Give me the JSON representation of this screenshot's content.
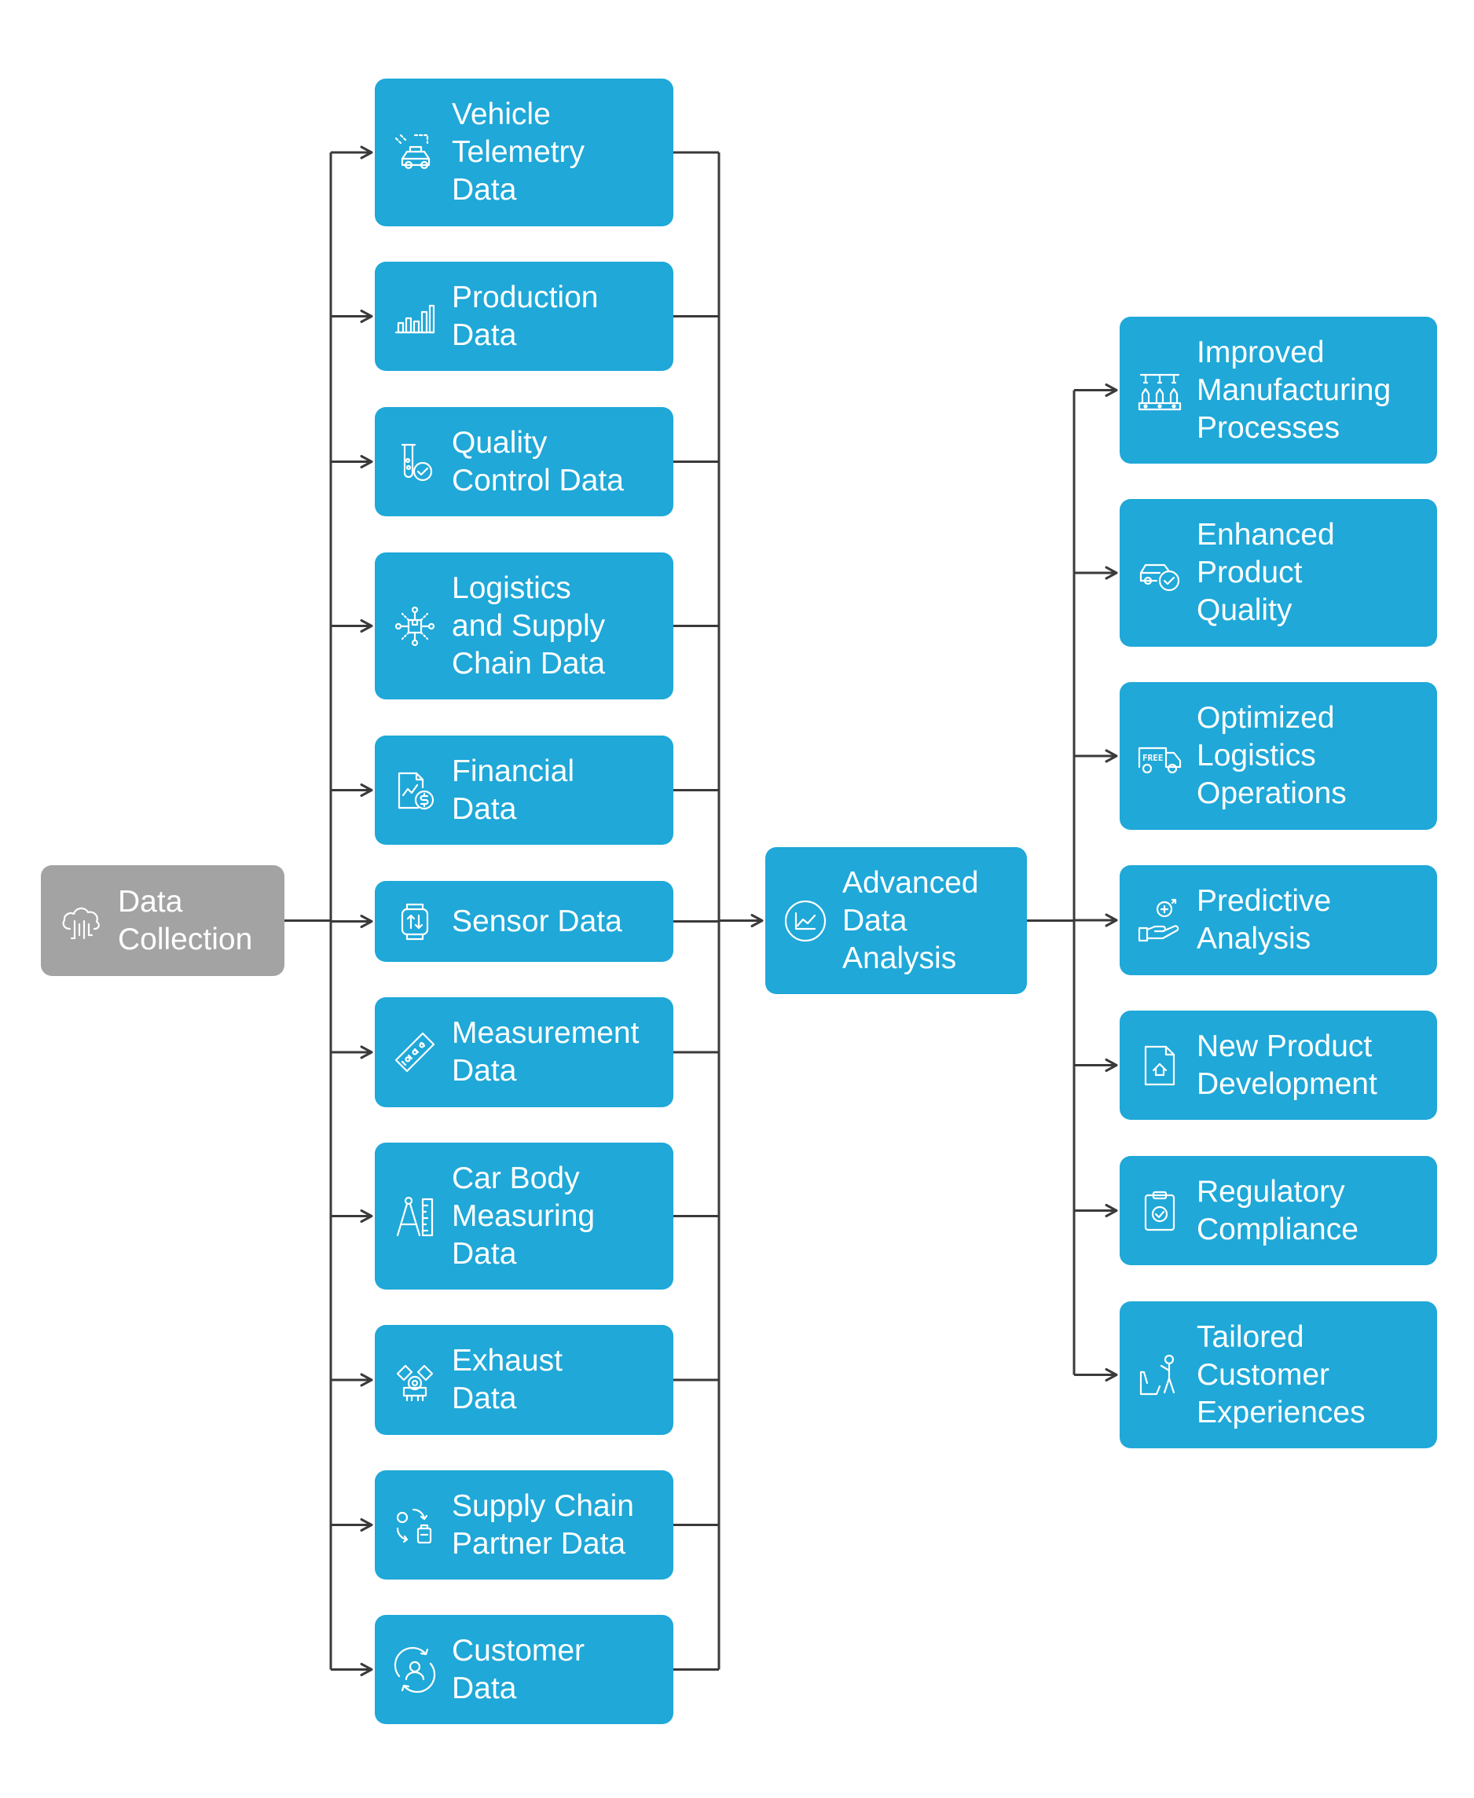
{
  "colors": {
    "node_fill": "#1fa8d8",
    "root_fill": "#a3a3a3",
    "text": "#ffffff",
    "connector": "#3a3a3a"
  },
  "root": {
    "label": "Data\nCollection",
    "icon": "cloud-data-icon"
  },
  "sources": [
    {
      "label": "Vehicle\nTelemetry\nData",
      "icon": "connected-car-icon"
    },
    {
      "label": "Production\nData",
      "icon": "bar-chart-icon"
    },
    {
      "label": "Quality\nControl Data",
      "icon": "test-tube-check-icon"
    },
    {
      "label": "Logistics\nand Supply\nChain Data",
      "icon": "network-box-icon"
    },
    {
      "label": "Financial\nData",
      "icon": "financial-report-icon"
    },
    {
      "label": "Sensor Data",
      "icon": "sensor-watch-icon"
    },
    {
      "label": "Measurement\nData",
      "icon": "ruler-icon"
    },
    {
      "label": "Car Body\nMeasuring\nData",
      "icon": "compass-ruler-icon"
    },
    {
      "label": "Exhaust\nData",
      "icon": "engine-pistons-icon"
    },
    {
      "label": "Supply Chain\nPartner Data",
      "icon": "exchange-goods-icon"
    },
    {
      "label": "Customer\nData",
      "icon": "customer-cycle-icon"
    }
  ],
  "hub": {
    "label": "Advanced\nData\nAnalysis",
    "icon": "line-chart-circle-icon"
  },
  "outcomes": [
    {
      "label": "Improved\nManufacturing\nProcesses",
      "icon": "production-line-icon"
    },
    {
      "label": "Enhanced\nProduct\nQuality",
      "icon": "car-check-icon"
    },
    {
      "label": "Optimized\nLogistics\nOperations",
      "icon": "free-delivery-truck-icon"
    },
    {
      "label": "Predictive\nAnalysis",
      "icon": "hand-gear-icon"
    },
    {
      "label": "New Product\nDevelopment",
      "icon": "document-home-icon"
    },
    {
      "label": "Regulatory\nCompliance",
      "icon": "clipboard-check-icon"
    },
    {
      "label": "Tailored\nCustomer\nExperiences",
      "icon": "person-presenting-icon"
    }
  ]
}
